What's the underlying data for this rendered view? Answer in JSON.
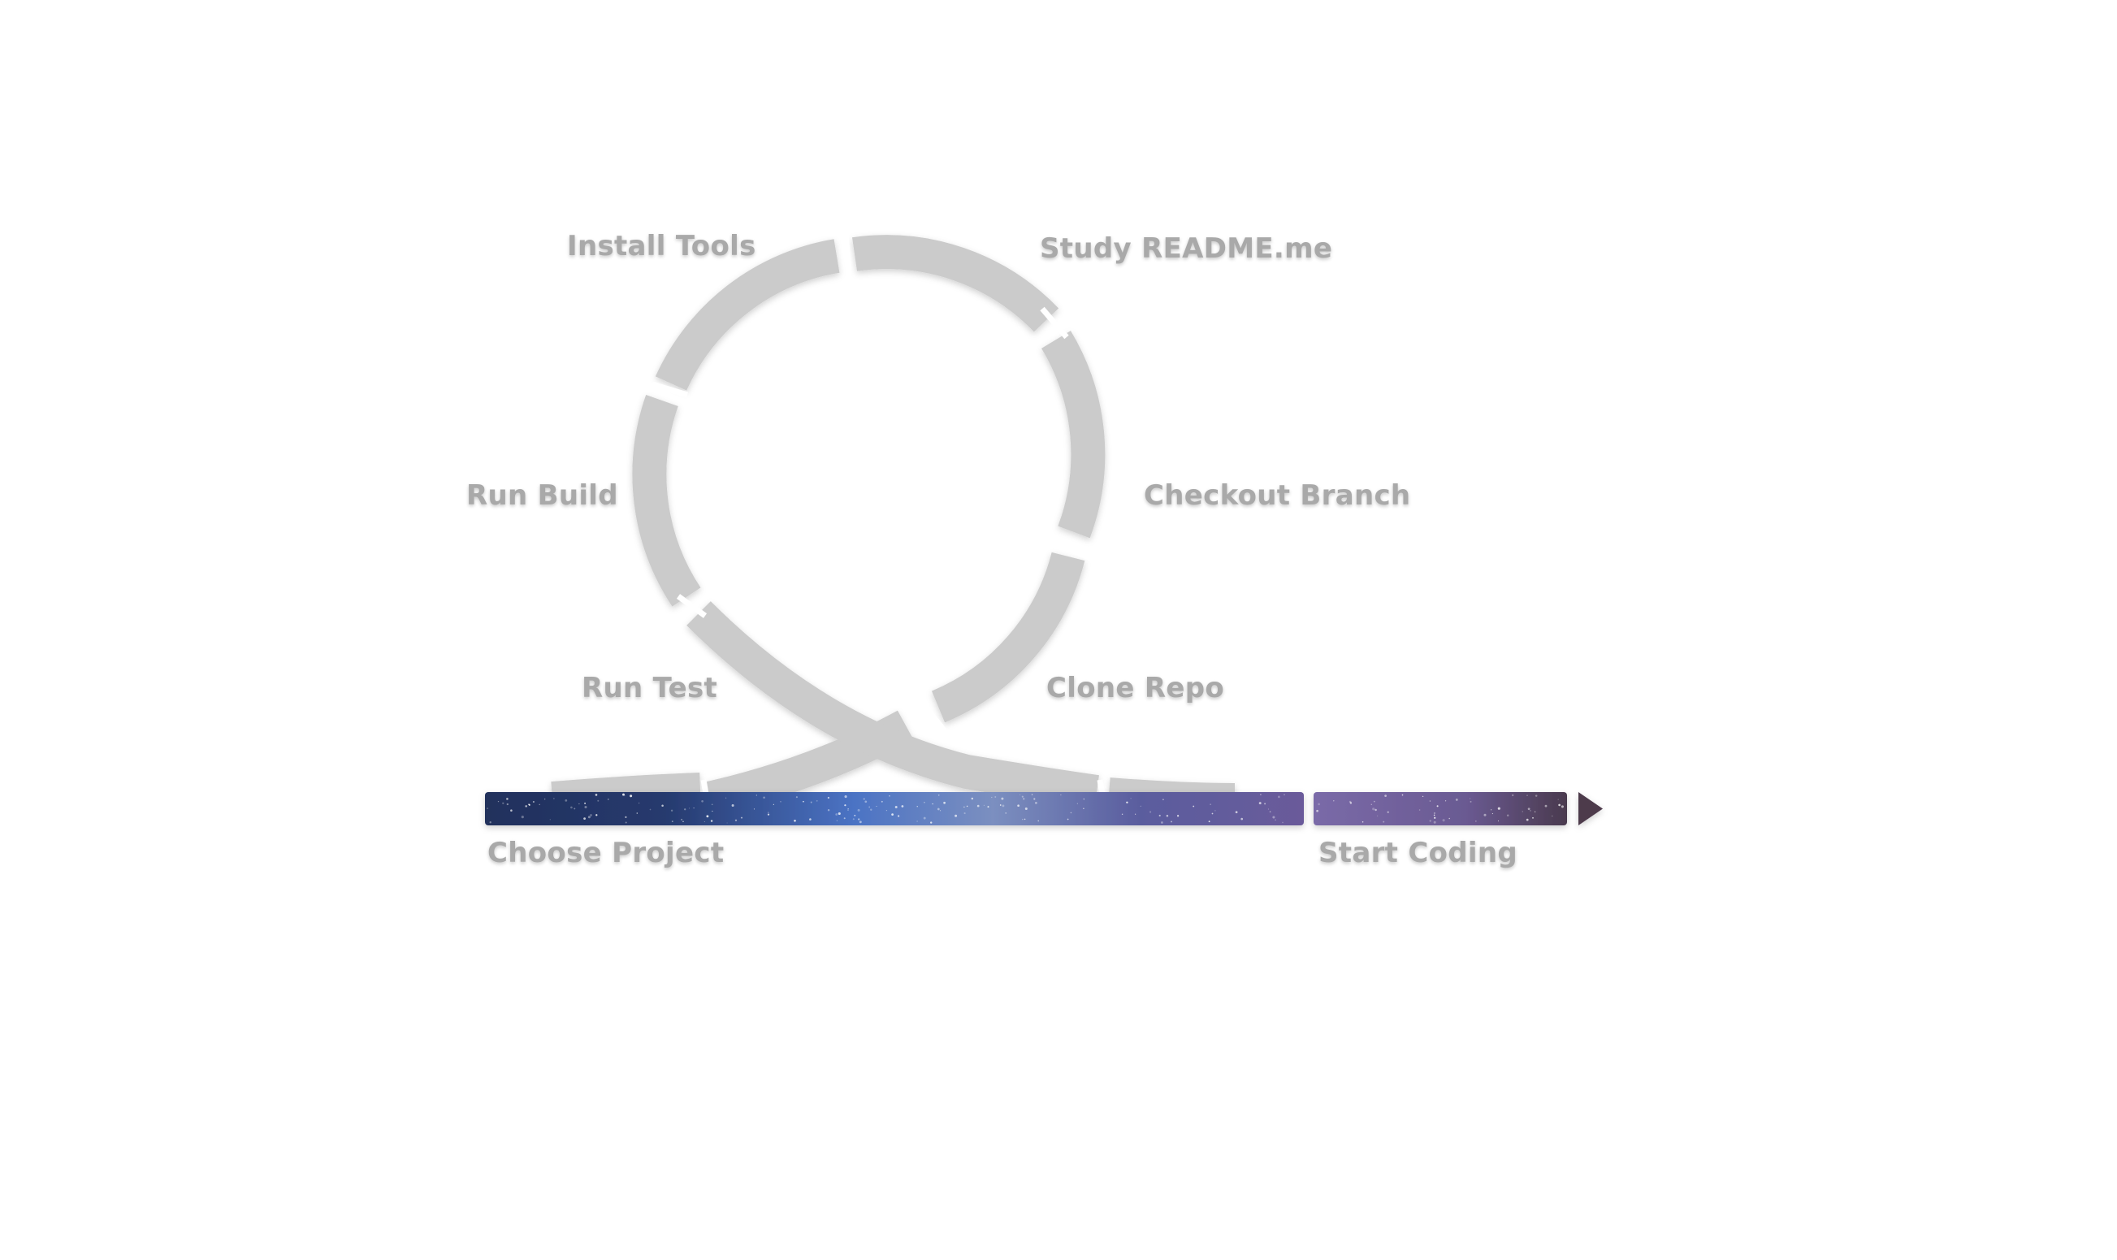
{
  "diagram": {
    "loop_steps": [
      {
        "id": "clone",
        "label": "Clone Repo"
      },
      {
        "id": "checkout",
        "label": "Checkout Branch"
      },
      {
        "id": "readme",
        "label": "Study README.me"
      },
      {
        "id": "install",
        "label": "Install Tools"
      },
      {
        "id": "build",
        "label": "Run Build"
      },
      {
        "id": "test",
        "label": "Run Test"
      }
    ],
    "start_label": "Choose Project",
    "end_label": "Start Coding"
  },
  "colors": {
    "loop_gray": "#cbcbcb",
    "label_gray": "#a9a9a9",
    "bar_dark_navy": "#22305c",
    "bar_blue": "#4b73c4",
    "bar_purple": "#6a5a9a",
    "bar_end_dark": "#4a3a4e",
    "arrow_head": "#4e3a4c"
  }
}
